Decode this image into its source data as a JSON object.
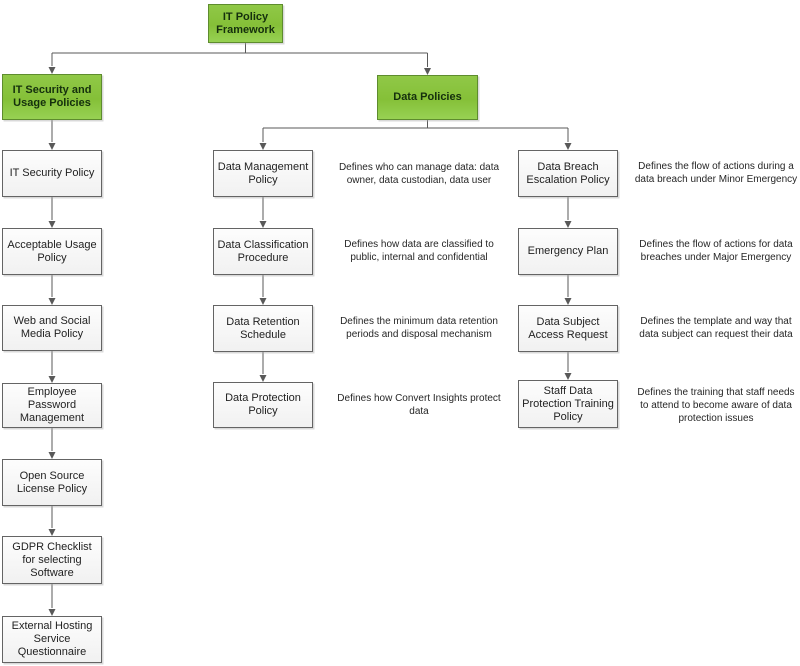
{
  "root": {
    "label": "IT Policy Framework"
  },
  "left_branch": {
    "label": "IT Security and Usage Policies",
    "items": [
      "IT Security Policy",
      "Acceptable Usage Policy",
      "Web and Social Media Policy",
      "Employee Password Management",
      "Open Source License Policy",
      "GDPR Checklist for selecting Software",
      "External Hosting Service Questionnaire"
    ]
  },
  "data_policies": {
    "label": "Data Policies",
    "management_column": [
      {
        "label": "Data Management Policy",
        "desc": "Defines who can manage data: data owner, data custodian, data user"
      },
      {
        "label": "Data Classification Procedure",
        "desc": "Defines how data are classified to public, internal and confidential"
      },
      {
        "label": "Data Retention Schedule",
        "desc": "Defines the minimum data retention periods and disposal mechanism"
      },
      {
        "label": "Data Protection Policy",
        "desc": "Defines how Convert Insights protect data"
      }
    ],
    "breach_column": [
      {
        "label": "Data Breach Escalation Policy",
        "desc": "Defines the flow of actions during a data breach under Minor Emergency"
      },
      {
        "label": "Emergency Plan",
        "desc": "Defines the flow of actions for data breaches under Major Emergency"
      },
      {
        "label": "Data Subject Access Request",
        "desc": "Defines the template and way that data subject can request their data"
      },
      {
        "label": "Staff Data Protection Training Policy",
        "desc": "Defines the training that staff needs to attend to become aware of data protection issues"
      }
    ]
  },
  "colors": {
    "accent_green": "#8cc63f",
    "box_border": "#646464",
    "connector": "#595959"
  }
}
